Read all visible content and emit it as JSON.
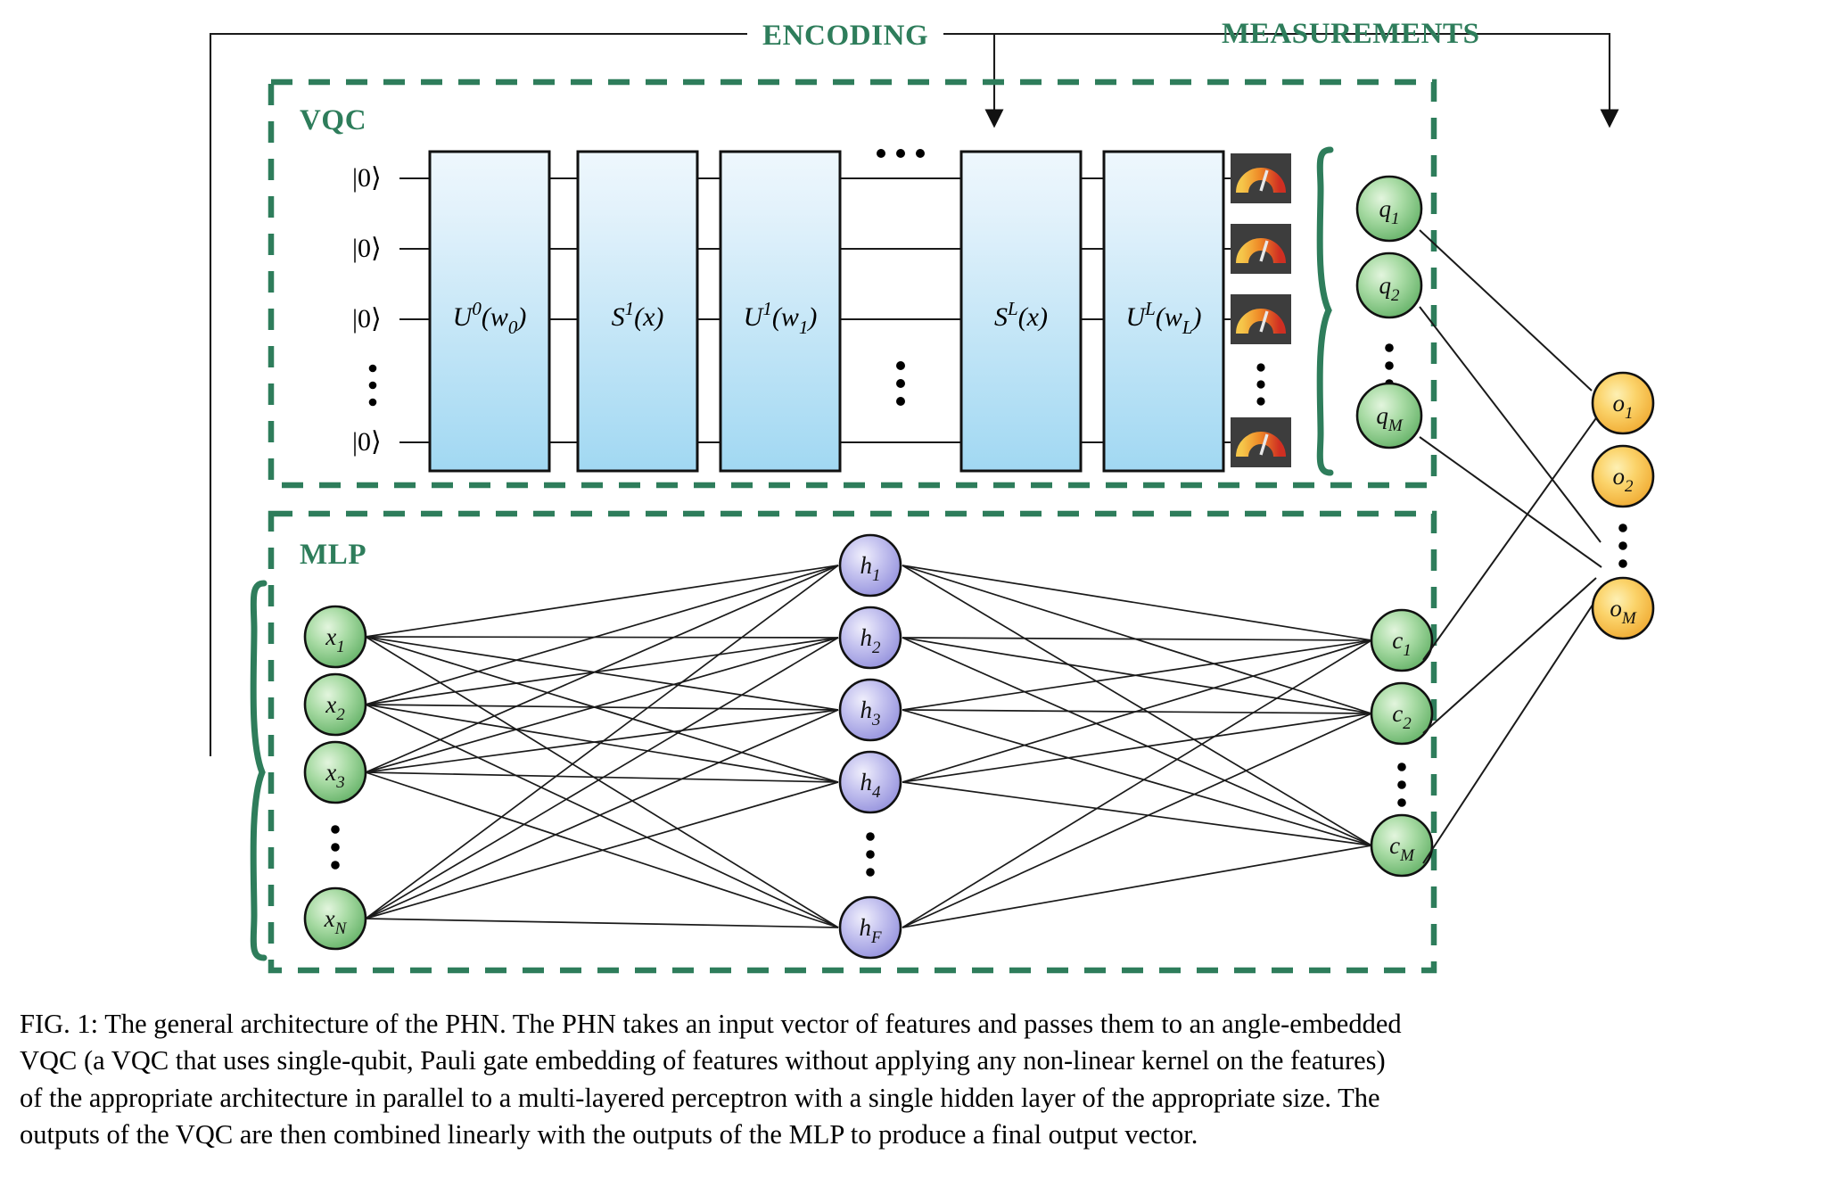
{
  "figure": {
    "headers": [
      {
        "id": "encoding",
        "text": "ENCODING"
      },
      {
        "id": "measurements",
        "text": "MEASUREMENTS"
      }
    ],
    "panels": [
      {
        "id": "vqc",
        "label": "VQC"
      },
      {
        "id": "mlp",
        "label": "MLP"
      }
    ],
    "vqc": {
      "qubit_kets": [
        "|0⟩",
        "|0⟩",
        "|0⟩",
        "|0⟩"
      ],
      "ket_vertical_ellipsis": "⋮",
      "gates": [
        {
          "id": "u0",
          "label": "U⁰(w₀)",
          "base": "U",
          "sup": "0",
          "arg": "(w",
          "sub": "0",
          "argclose": ")"
        },
        {
          "id": "s1",
          "label": "S¹(x)",
          "base": "S",
          "sup": "1",
          "arg": "(x",
          "sub": "",
          "argclose": ")"
        },
        {
          "id": "u1",
          "label": "U¹(w₁)",
          "base": "U",
          "sup": "1",
          "arg": "(w",
          "sub": "1",
          "argclose": ")"
        },
        {
          "id": "sL",
          "label": "Sᴸ(x)",
          "base": "S",
          "sup": "L",
          "arg": "(x",
          "sub": "",
          "argclose": ")"
        },
        {
          "id": "uL",
          "label": "Uᴸ(w_L)",
          "base": "U",
          "sup": "L",
          "arg": "(w",
          "sub": "L",
          "argclose": ")"
        }
      ],
      "gate_gap_ellipsis": "⋯",
      "measurement_icon": "gauge-meter-icon",
      "measurement_count_visible": 4,
      "measurement_ellipsis": "⋮",
      "quantum_outputs": [
        {
          "id": "q1",
          "base": "q",
          "sub": "1"
        },
        {
          "id": "q2",
          "base": "q",
          "sub": "2"
        },
        {
          "id": "qM",
          "base": "q",
          "sub": "M"
        }
      ],
      "quantum_output_ellipsis": "⋮"
    },
    "mlp": {
      "input_nodes": [
        {
          "id": "x1",
          "base": "x",
          "sub": "1"
        },
        {
          "id": "x2",
          "base": "x",
          "sub": "2"
        },
        {
          "id": "x3",
          "base": "x",
          "sub": "3"
        },
        {
          "id": "xN",
          "base": "x",
          "sub": "N"
        }
      ],
      "input_ellipsis": "⋮",
      "hidden_nodes": [
        {
          "id": "h1",
          "base": "h",
          "sub": "1"
        },
        {
          "id": "h2",
          "base": "h",
          "sub": "2"
        },
        {
          "id": "h3",
          "base": "h",
          "sub": "3"
        },
        {
          "id": "h4",
          "base": "h",
          "sub": "4"
        },
        {
          "id": "hF",
          "base": "h",
          "sub": "F"
        }
      ],
      "hidden_ellipsis": "⋮",
      "classical_outputs": [
        {
          "id": "c1",
          "base": "c",
          "sub": "1"
        },
        {
          "id": "c2",
          "base": "c",
          "sub": "2"
        },
        {
          "id": "cM",
          "base": "c",
          "sub": "M"
        }
      ],
      "classical_output_ellipsis": "⋮"
    },
    "final_outputs": [
      {
        "id": "o1",
        "base": "o",
        "sub": "1"
      },
      {
        "id": "o2",
        "base": "o",
        "sub": "2"
      },
      {
        "id": "oM",
        "base": "o",
        "sub": "M"
      }
    ],
    "final_output_ellipsis": "⋮",
    "colors": {
      "accent_green": "#2e7d5b",
      "gate_blue_top": "#e9f5fc",
      "gate_blue_bottom": "#a3d9f2",
      "node_green": "#5cb85c",
      "node_green_light": "#d4eed0",
      "node_purple": "#9d9ce0",
      "node_purple_light": "#e2e1f7",
      "node_orange": "#f0a92b",
      "node_orange_light": "#fde9a8",
      "meter_dark": "#3d3d3d",
      "meter_orange": "#f0a030",
      "meter_red": "#d2342a",
      "line_black": "#1a1a1a"
    }
  },
  "caption": {
    "lines": [
      "FIG. 1: The general architecture of the PHN. The PHN takes an input vector of features and passes them to an angle-embedded",
      "VQC (a VQC that uses single-qubit, Pauli gate embedding of features without applying any non-linear kernel on the features)",
      "of the appropriate architecture in parallel to a multi-layered perceptron with a single hidden layer of the appropriate size. The",
      "outputs of the VQC are then combined linearly with the outputs of the MLP to produce a final output vector."
    ]
  }
}
